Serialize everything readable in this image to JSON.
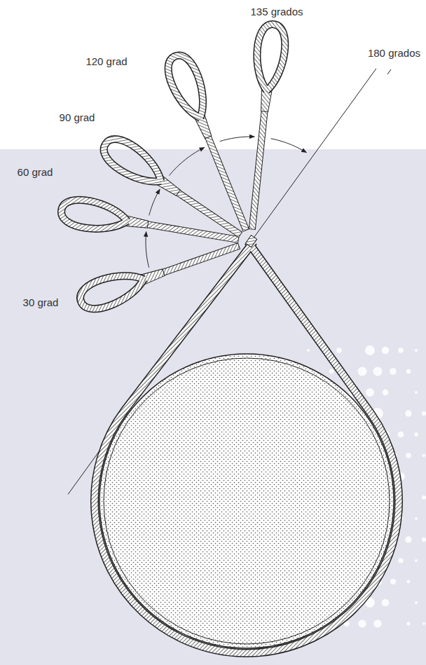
{
  "diagram": {
    "labels": [
      "135 grados",
      "120 grad",
      "180 grados",
      "90 grad",
      "60 grad",
      "30 grad"
    ]
  }
}
